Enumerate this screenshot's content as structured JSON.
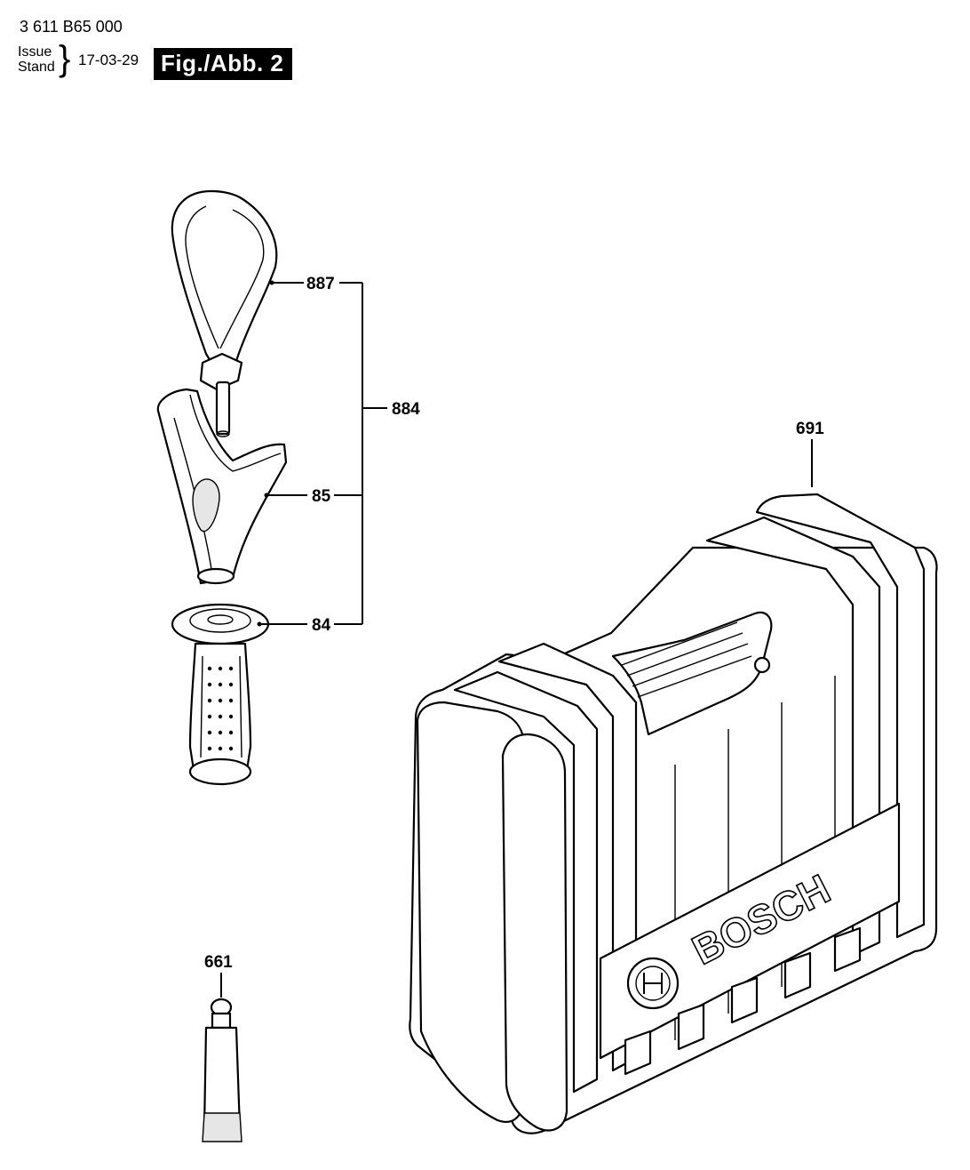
{
  "header": {
    "part_number": "3 611 B65 000",
    "issue_label": "Issue",
    "stand_label": "Stand",
    "date": "17-03-29",
    "figure_label": "Fig./Abb. 2"
  },
  "callouts": {
    "depth_stop_band": "887",
    "auxiliary_handle_assembly": "884",
    "handle_bracket": "85",
    "clamping_ring": "84",
    "carrying_case": "691",
    "grease_tube": "661"
  },
  "case_brand": "BOSCH"
}
